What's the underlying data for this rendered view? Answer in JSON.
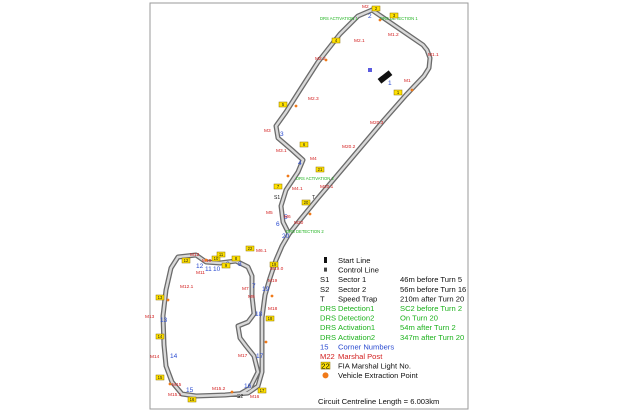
{
  "legend": [
    {
      "key": "",
      "value": "Start Line",
      "color": "#111111"
    },
    {
      "key": "",
      "value": "Control Line",
      "color": "#111111"
    },
    {
      "key": "S1",
      "value": "Sector 1",
      "detail": "46m before Turn 5",
      "color": "#111111"
    },
    {
      "key": "S2",
      "value": "Sector 2",
      "detail": "56m before Turn 16",
      "color": "#111111"
    },
    {
      "key": "T",
      "value": "Speed Trap",
      "detail": "210m after Turn 20",
      "color": "#111111"
    },
    {
      "key": "DRS",
      "value": "Detection1",
      "detail": "SC2 before Turn 2",
      "color": "#1db21d"
    },
    {
      "key": "DRS",
      "value": "Detection2",
      "detail": "On Turn 20",
      "color": "#1db21d"
    },
    {
      "key": "DRS",
      "value": "Activation1",
      "detail": "54m after Turn 2",
      "color": "#1db21d"
    },
    {
      "key": "DRS",
      "value": "Activation2",
      "detail": "347m after Turn 20",
      "color": "#1db21d"
    },
    {
      "key": "15",
      "value": "Corner Numbers",
      "color": "#2a4bd0"
    },
    {
      "key": "M22",
      "value": "Marshal Post",
      "color": "#d32020"
    },
    {
      "key": "22",
      "value": "FIA Marshal Light No.",
      "color": "#111111"
    },
    {
      "key": "",
      "value": "Vehicle Extraction Point",
      "color": "#111111"
    }
  ],
  "footer": "Circuit Centreline Length = 6.003km",
  "colors": {
    "track": "#6b6b6b",
    "corner": "#2a4bd0",
    "marshal": "#d32020",
    "drs": "#1db21d",
    "light": "#ffe100",
    "extraction": "#f07a1a"
  },
  "drs_labels": {
    "detection1": "DRS DETECTION 1",
    "activation1": "DRS ACTIVATION 1",
    "activation2": "DRS ACTIVATION 2",
    "detection2": "DRS DETECTION 2"
  },
  "corners": [
    {
      "id": "t1",
      "text": "1"
    },
    {
      "id": "t2",
      "text": "2"
    },
    {
      "id": "t3",
      "text": "3"
    },
    {
      "id": "t4",
      "text": "4"
    },
    {
      "id": "t5",
      "text": "5"
    },
    {
      "id": "t6",
      "text": "6"
    },
    {
      "id": "t7",
      "text": "7"
    },
    {
      "id": "t8",
      "text": "8"
    },
    {
      "id": "t9",
      "text": "9"
    },
    {
      "id": "t10",
      "text": "10"
    },
    {
      "id": "t11",
      "text": "11"
    },
    {
      "id": "t12",
      "text": "12"
    },
    {
      "id": "t13",
      "text": "13"
    },
    {
      "id": "t14",
      "text": "14"
    },
    {
      "id": "t15",
      "text": "15"
    },
    {
      "id": "t16",
      "text": "16"
    },
    {
      "id": "t17",
      "text": "17"
    },
    {
      "id": "t18",
      "text": "18"
    },
    {
      "id": "t19",
      "text": "19"
    },
    {
      "id": "t20",
      "text": "20"
    }
  ],
  "marshal_posts": [
    {
      "id": "m1",
      "text": "M1"
    },
    {
      "id": "m1_1",
      "text": "M1.1"
    },
    {
      "id": "m1_2",
      "text": "M1.2"
    },
    {
      "id": "m2",
      "text": "M2"
    },
    {
      "id": "m2_1",
      "text": "M2.1"
    },
    {
      "id": "m2_2",
      "text": "M2.2"
    },
    {
      "id": "m2_3",
      "text": "M2.3"
    },
    {
      "id": "m3",
      "text": "M3"
    },
    {
      "id": "m3_1",
      "text": "M3.1"
    },
    {
      "id": "m4",
      "text": "M4"
    },
    {
      "id": "m4_1",
      "text": "M4.1"
    },
    {
      "id": "m5",
      "text": "M5"
    },
    {
      "id": "m6",
      "text": "M6"
    },
    {
      "id": "m6_1",
      "text": "M6.1"
    },
    {
      "id": "m9",
      "text": "M9"
    },
    {
      "id": "m10",
      "text": "M10"
    },
    {
      "id": "m11",
      "text": "M11"
    },
    {
      "id": "m12",
      "text": "M12"
    },
    {
      "id": "m12_1",
      "text": "M12.1"
    },
    {
      "id": "m13",
      "text": "M13"
    },
    {
      "id": "m14",
      "text": "M14"
    },
    {
      "id": "m15",
      "text": "M15"
    },
    {
      "id": "m15_1",
      "text": "M15.1"
    },
    {
      "id": "m15_2",
      "text": "M15.2"
    },
    {
      "id": "m16",
      "text": "M16"
    },
    {
      "id": "m17",
      "text": "M17"
    },
    {
      "id": "m18",
      "text": "M18"
    },
    {
      "id": "m19",
      "text": "M19"
    },
    {
      "id": "m19_0",
      "text": "M19.0"
    },
    {
      "id": "m20",
      "text": "M20"
    },
    {
      "id": "m20_1",
      "text": "M20.1"
    },
    {
      "id": "m20_2",
      "text": "M20.2"
    },
    {
      "id": "m20_3",
      "text": "M20.3"
    },
    {
      "id": "m22",
      "text": "M22"
    },
    {
      "id": "m7",
      "text": "M7"
    }
  ],
  "lights": [
    {
      "id": "l1",
      "text": "1"
    },
    {
      "id": "l2",
      "text": "2"
    },
    {
      "id": "l3",
      "text": "3"
    },
    {
      "id": "l4",
      "text": "4"
    },
    {
      "id": "l5",
      "text": "5"
    },
    {
      "id": "l6",
      "text": "6"
    },
    {
      "id": "l7",
      "text": "7"
    },
    {
      "id": "l8",
      "text": "8"
    },
    {
      "id": "l9",
      "text": "9"
    },
    {
      "id": "l10",
      "text": "10"
    },
    {
      "id": "l11",
      "text": "11"
    },
    {
      "id": "l12",
      "text": "12"
    },
    {
      "id": "l13",
      "text": "13"
    },
    {
      "id": "l14",
      "text": "14"
    },
    {
      "id": "l15",
      "text": "15"
    },
    {
      "id": "l16",
      "text": "16"
    },
    {
      "id": "l17",
      "text": "17"
    },
    {
      "id": "l18",
      "text": "18"
    },
    {
      "id": "l19",
      "text": "19"
    },
    {
      "id": "l20",
      "text": "20"
    },
    {
      "id": "l21",
      "text": "21"
    },
    {
      "id": "l22",
      "text": "22"
    }
  ],
  "sector_marks": [
    {
      "id": "s1",
      "text": "S1"
    },
    {
      "id": "s2",
      "text": "S2"
    },
    {
      "id": "trap",
      "text": "T"
    }
  ]
}
